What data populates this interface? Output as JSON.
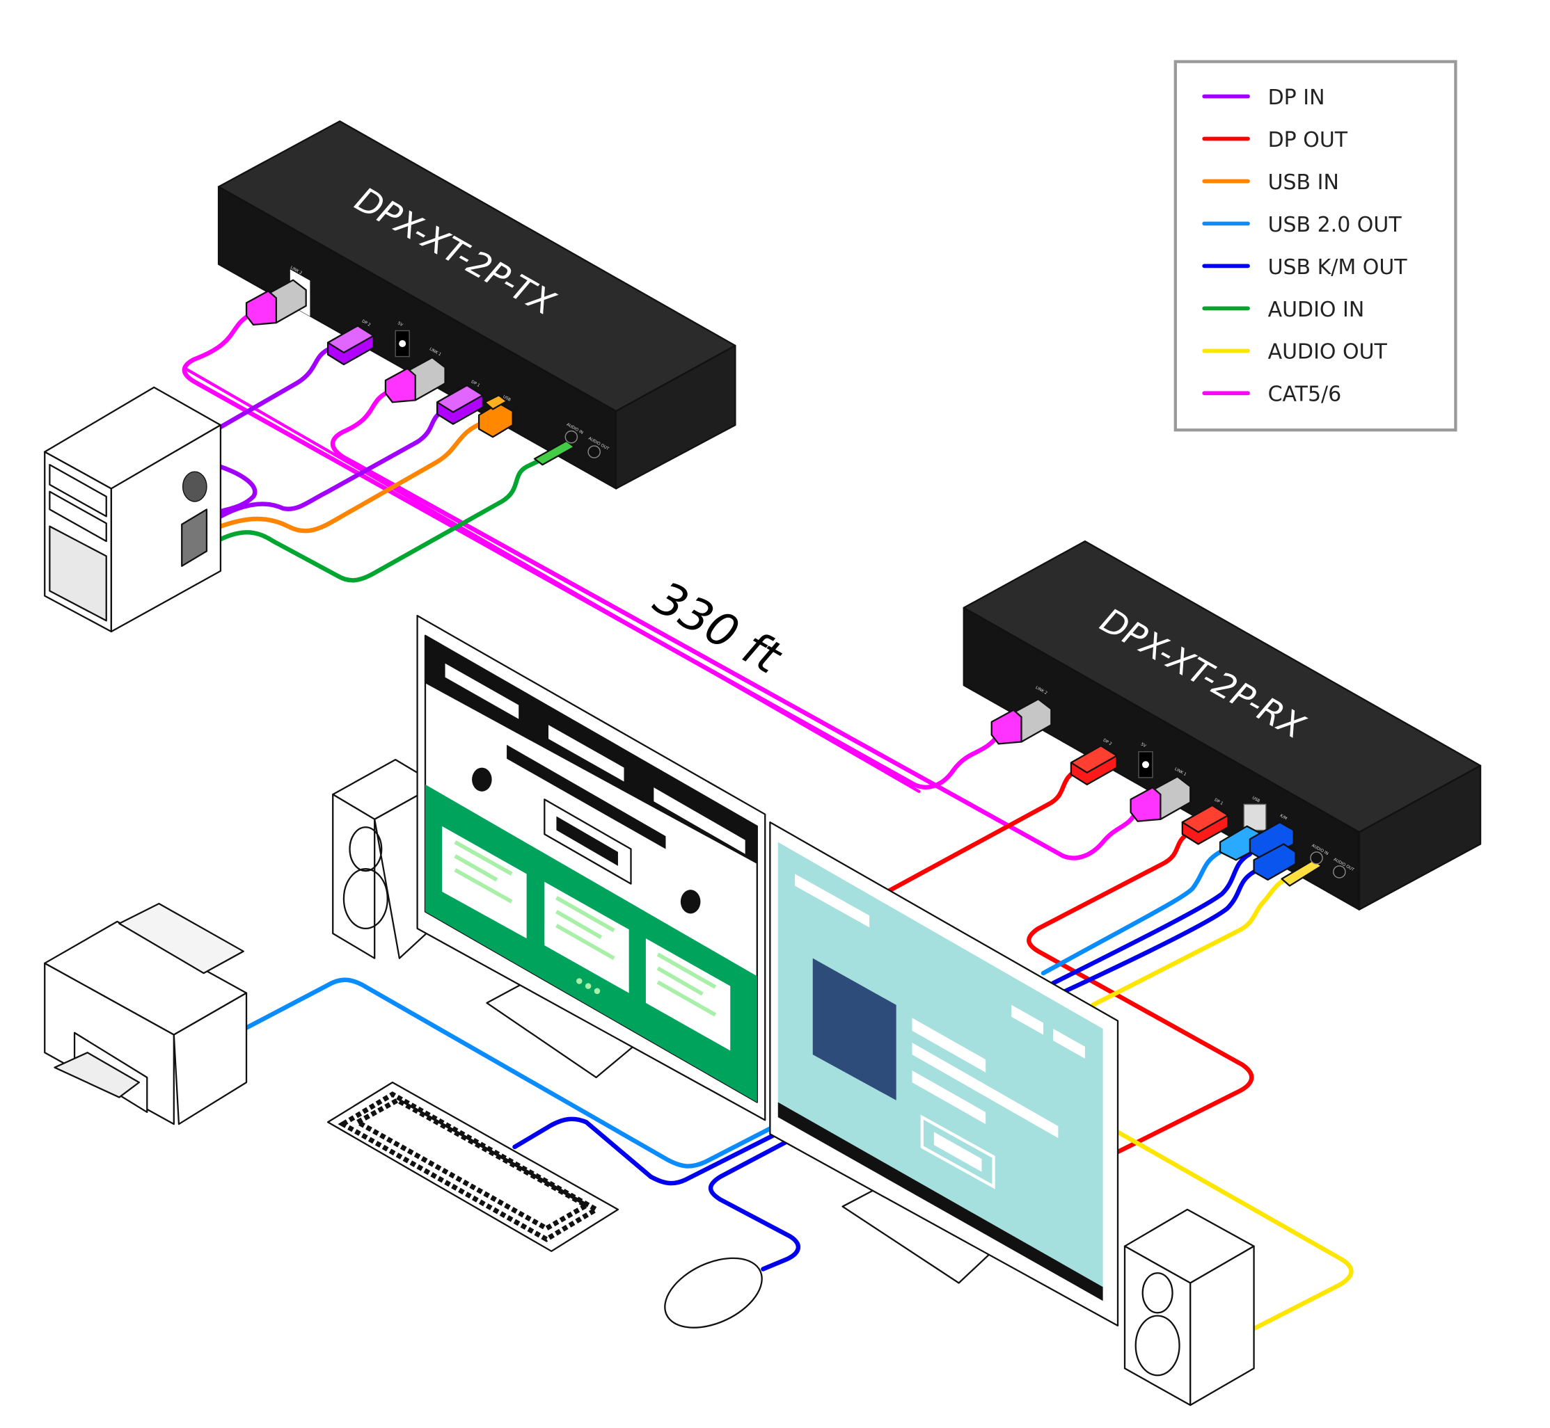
{
  "devices": {
    "transmitter": {
      "label": "DPX-XT-2P-TX",
      "ports": [
        "LINK 2",
        "DP 2",
        "5V",
        "LINK 1",
        "DP 1",
        "USB",
        "AUDIO IN",
        "AUDIO OUT"
      ]
    },
    "receiver": {
      "label": "DPX-XT-2P-RX",
      "ports": [
        "LINK 2",
        "DP 2",
        "5V",
        "LINK 1",
        "DP 1",
        "USB",
        "K/M",
        "AUDIO IN",
        "AUDIO OUT"
      ]
    }
  },
  "distance": "330 ft",
  "legend": [
    {
      "key": "dp_in",
      "label": "DP IN",
      "color": "#a100ff"
    },
    {
      "key": "dp_out",
      "label": "DP OUT",
      "color": "#ff0000"
    },
    {
      "key": "usb_in",
      "label": "USB IN",
      "color": "#ff8400"
    },
    {
      "key": "usb2_out",
      "label": "USB 2.0 OUT",
      "color": "#0a8cff"
    },
    {
      "key": "usb_km_out",
      "label": "USB K/M OUT",
      "color": "#0000ee"
    },
    {
      "key": "audio_in",
      "label": "AUDIO IN",
      "color": "#00a630"
    },
    {
      "key": "audio_out",
      "label": "AUDIO OUT",
      "color": "#ffe600"
    },
    {
      "key": "cat",
      "label": "CAT5/6",
      "color": "#ff00ff"
    }
  ],
  "colors": {
    "device_top": "#2b2b2b",
    "device_front": "#141414",
    "monitor_left_accent": "#00a35c",
    "monitor_right_screen": "#a5e0df",
    "monitor_right_block": "#2e4c7a"
  }
}
